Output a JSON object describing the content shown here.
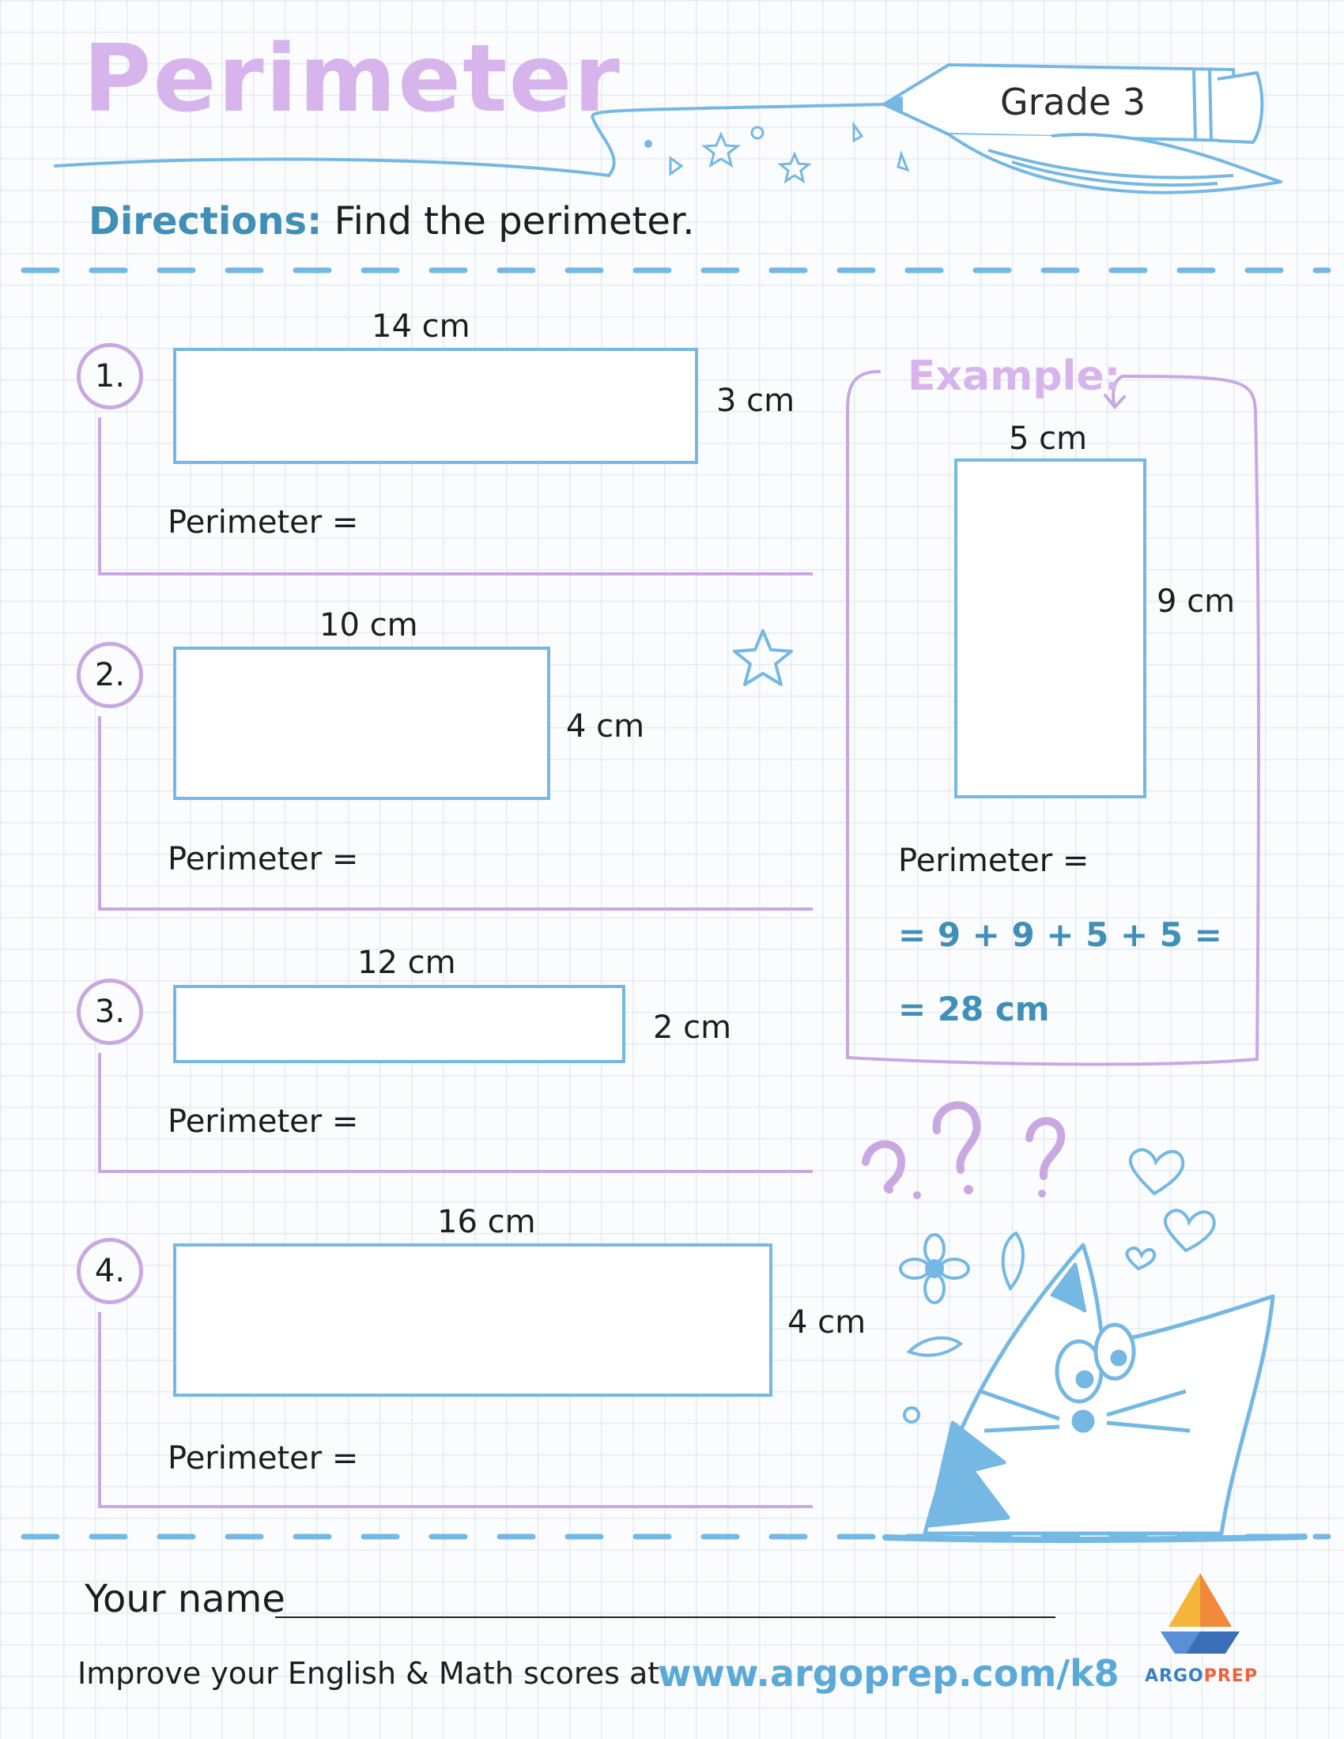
{
  "header": {
    "title": "Perimeter",
    "grade": "Grade 3"
  },
  "directions": {
    "label": "Directions:",
    "text": "Find the perimeter."
  },
  "problems": [
    {
      "number": "1.",
      "width": "14 cm",
      "height": "3 cm",
      "perimeter_label": "Perimeter ="
    },
    {
      "number": "2.",
      "width": "10 cm",
      "height": "4 cm",
      "perimeter_label": "Perimeter ="
    },
    {
      "number": "3.",
      "width": "12 cm",
      "height": "2 cm",
      "perimeter_label": "Perimeter ="
    },
    {
      "number": "4.",
      "width": "16 cm",
      "height": "4 cm",
      "perimeter_label": "Perimeter ="
    }
  ],
  "example": {
    "title": "Example:",
    "width": "5 cm",
    "height": "9 cm",
    "perimeter_label": "Perimeter =",
    "line1": "= 9 + 9 + 5 + 5 =",
    "line2": "= 28 cm"
  },
  "footer": {
    "name_label": "Your name",
    "improve_text": "Improve your English & Math scores at",
    "url": "www.argoprep.com/k8",
    "brand_part1": "ARGO",
    "brand_part2": "PREP"
  },
  "colors": {
    "purple": "#d7b4ec",
    "blue": "#75b8e3",
    "teal": "#3f8fb6"
  },
  "icons": [
    "pencil-icon",
    "star-icon",
    "question-mark-icon",
    "heart-icon",
    "flower-icon",
    "cat-icon",
    "argoprep-logo-icon"
  ]
}
